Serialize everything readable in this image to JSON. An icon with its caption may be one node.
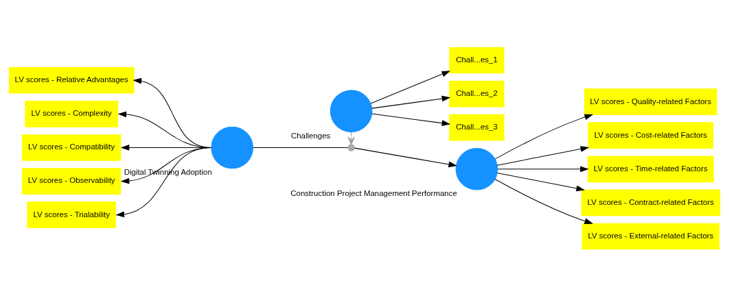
{
  "diagram": {
    "nodes": [
      {
        "text": [
          "Digital Twinning Adoption"
        ]
      },
      {
        "text": [
          "Construction Project Management Performance"
        ]
      },
      {
        "text": [],
        "shape": "circle"
      },
      {
        "text": [
          "Challenges"
        ]
      },
      {
        "text": [
          "LV scores - Relative Advantages"
        ]
      },
      {
        "text": [
          "LV scores - Complexity"
        ]
      },
      {
        "text": [
          "LV scores - Compatibility"
        ]
      },
      {
        "text": [
          "LV scores - Observability"
        ]
      },
      {
        "text": [
          "LV scores - Trialability"
        ]
      },
      {
        "text": [
          "LV scores - Quality-related Factors"
        ]
      },
      {
        "text": [
          "LV scores - Cost-related Factors"
        ]
      },
      {
        "text": [
          "LV scores - Time-related Factors"
        ]
      },
      {
        "text": [
          "LV scores - Contract-related Factors"
        ]
      },
      {
        "text": [
          "LV scores - External-related Factors"
        ]
      },
      {
        "text": [
          "Chall...es_1"
        ]
      },
      {
        "text": [
          "Chall...es_2"
        ]
      },
      {
        "text": [
          "Chall...es_3"
        ]
      }
    ],
    "edges": [
      {
        "from": 0,
        "to": 4,
        "arrow": "to"
      },
      {
        "from": 0,
        "to": 5,
        "arrow": "to"
      },
      {
        "from": 0,
        "to": 6,
        "arrow": "to"
      },
      {
        "from": 0,
        "to": 7,
        "arrow": "to"
      },
      {
        "from": 0,
        "to": 8,
        "arrow": "to"
      },
      {
        "from": 0,
        "to": 2,
        "arrow": "none"
      },
      {
        "from": 2,
        "to": 1,
        "arrow": "to"
      },
      {
        "from": 3,
        "to": 2,
        "arrow": "to",
        "style": "dashed",
        "color": "#8fa08f"
      },
      {
        "from": 1,
        "to": 9,
        "arrow": "to"
      },
      {
        "from": 1,
        "to": 10,
        "arrow": "to"
      },
      {
        "from": 1,
        "to": 11,
        "arrow": "to"
      },
      {
        "from": 1,
        "to": 12,
        "arrow": "to"
      },
      {
        "from": 1,
        "to": 13,
        "arrow": "to"
      },
      {
        "from": 3,
        "to": 14,
        "arrow": "to"
      },
      {
        "from": 3,
        "to": 15,
        "arrow": "to"
      },
      {
        "from": 3,
        "to": 16,
        "arrow": "to"
      }
    ]
  }
}
